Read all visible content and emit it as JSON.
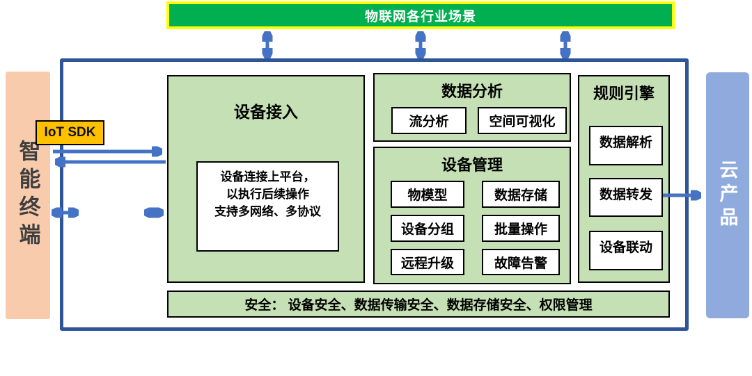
{
  "colors": {
    "banner_green": "#00B050",
    "banner_yellow": "#FFFF00",
    "panel_green": "#C5E0B4",
    "terminal_orange": "#F8CBAD",
    "cloud_blue": "#8FAADC",
    "frame_blue": "#2F5597",
    "arrow_blue": "#4472C4",
    "sdk_gold": "#FFC000"
  },
  "banner": {
    "label": "物联网各行业场景"
  },
  "terminal": {
    "label": "智能终端"
  },
  "cloud": {
    "label": "云产品"
  },
  "iot_sdk": {
    "label": "IoT SDK"
  },
  "device_access": {
    "title": "设备接入",
    "note": "设备连接上平台，\n以执行后续操作\n支持多网络、多协议"
  },
  "data_analysis": {
    "title": "数据分析",
    "items": [
      "流分析",
      "空间可视化"
    ]
  },
  "device_management": {
    "title": "设备管理",
    "items": [
      "物模型",
      "数据存储",
      "设备分组",
      "批量操作",
      "远程升级",
      "故障告警"
    ]
  },
  "rule_engine": {
    "title": "规则引擎",
    "items": [
      "数据解析",
      "数据转发",
      "设备联动"
    ]
  },
  "security": {
    "label": "安全： 设备安全、数据传输安全、数据存储安全、权限管理"
  }
}
